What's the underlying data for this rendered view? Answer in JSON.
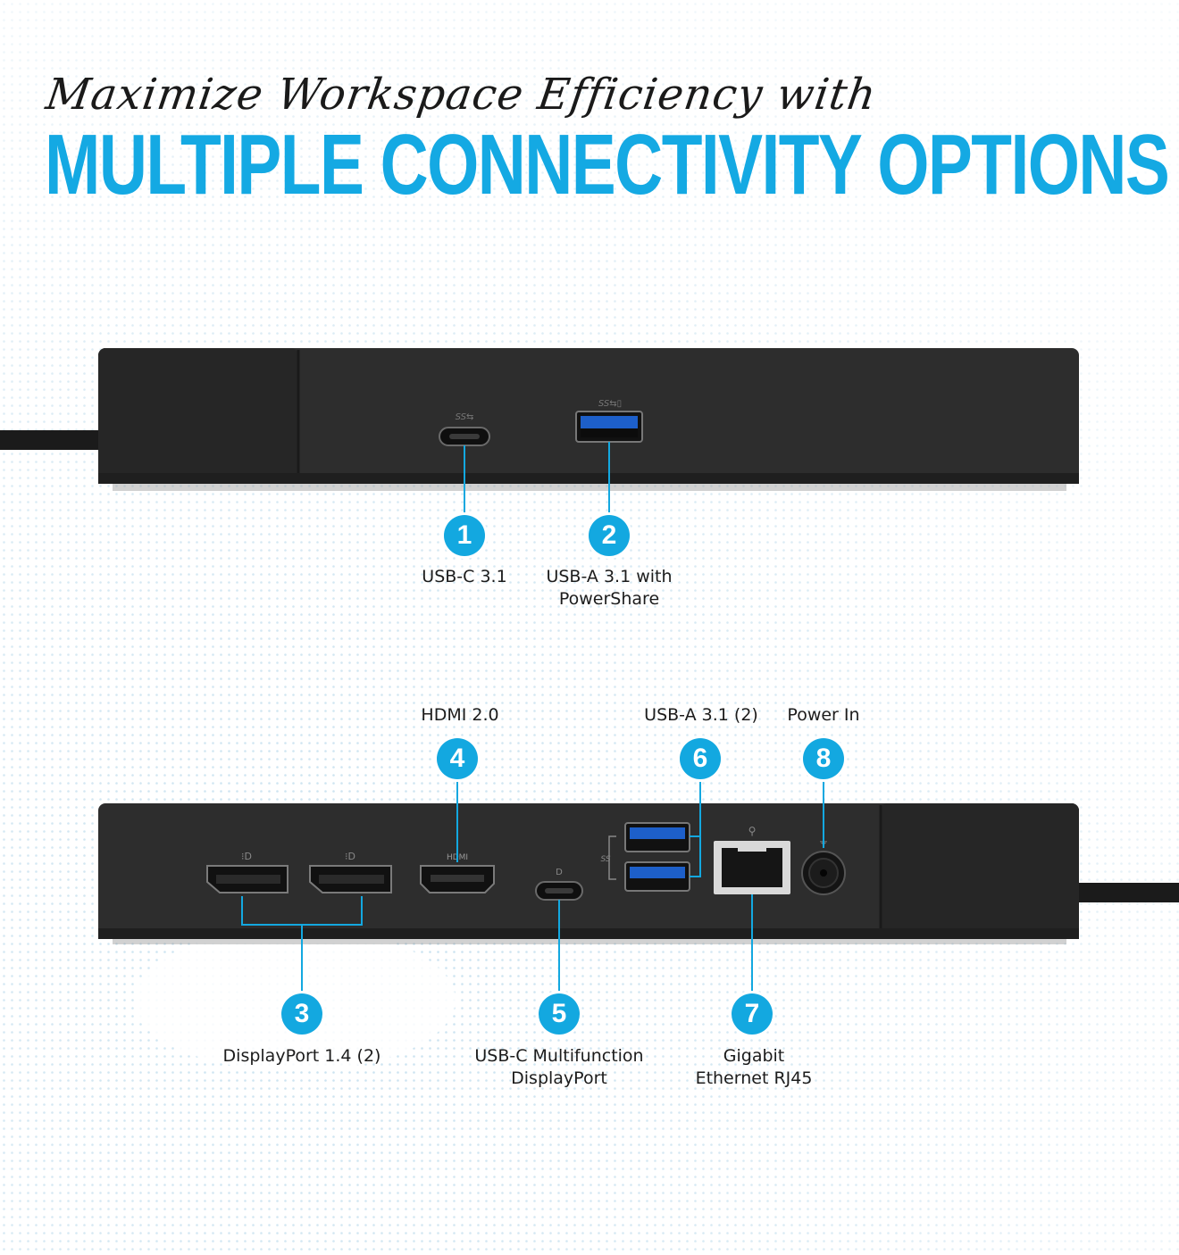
{
  "header": {
    "script_line": "Maximize Workspace Efficiency with",
    "title": "MULTIPLE CONNECTIVITY OPTIONS"
  },
  "ports": [
    {
      "number": "1",
      "label": "USB-C 3.1"
    },
    {
      "number": "2",
      "label_line1": "USB-A 3.1 with",
      "label_line2": "PowerShare"
    },
    {
      "number": "3",
      "label": "DisplayPort 1.4 (2)"
    },
    {
      "number": "4",
      "label": "HDMI 2.0"
    },
    {
      "number": "5",
      "label_line1": "USB-C Multifunction",
      "label_line2": "DisplayPort"
    },
    {
      "number": "6",
      "label": "USB-A 3.1 (2)"
    },
    {
      "number": "7",
      "label_line1": "Gigabit",
      "label_line2": "Ethernet RJ45"
    },
    {
      "number": "8",
      "label": "Power In"
    }
  ],
  "port_icons": {
    "usb_ss": "SS",
    "hdmi": "HDMI"
  },
  "colors": {
    "accent": "#13a8e0",
    "dock_body": "#2b2b2b",
    "text": "#1c1c1c"
  }
}
